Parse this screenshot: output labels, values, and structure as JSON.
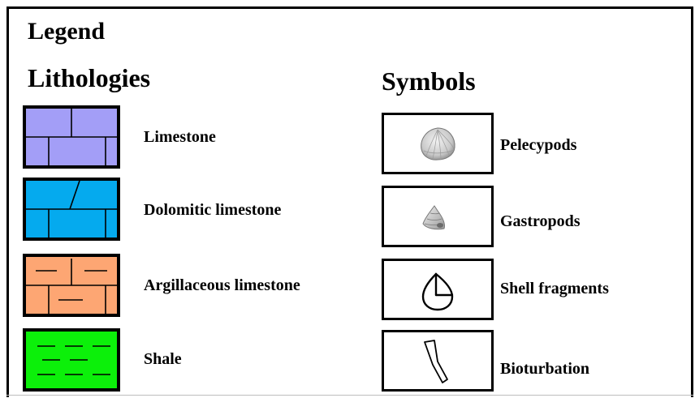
{
  "legend": {
    "title": "Legend"
  },
  "lithologies": {
    "title": "Lithologies",
    "items": [
      {
        "label": "Limestone",
        "color": "#a39ef7",
        "pattern": "brick"
      },
      {
        "label": "Dolomitic limestone",
        "color": "#05aaee",
        "pattern": "brick-diagonal"
      },
      {
        "label": "Argillaceous limestone",
        "color": "#fda673",
        "pattern": "brick-dash"
      },
      {
        "label": "Shale",
        "color": "#0cf00a",
        "pattern": "dashes"
      }
    ]
  },
  "symbols": {
    "title": "Symbols",
    "items": [
      {
        "label": "Pelecypods",
        "icon": "pelecypod-shell-icon"
      },
      {
        "label": "Gastropods",
        "icon": "gastropod-shell-icon"
      },
      {
        "label": "Shell fragments",
        "icon": "shell-fragment-icon"
      },
      {
        "label": "Bioturbation",
        "icon": "bioturbation-icon"
      }
    ]
  }
}
